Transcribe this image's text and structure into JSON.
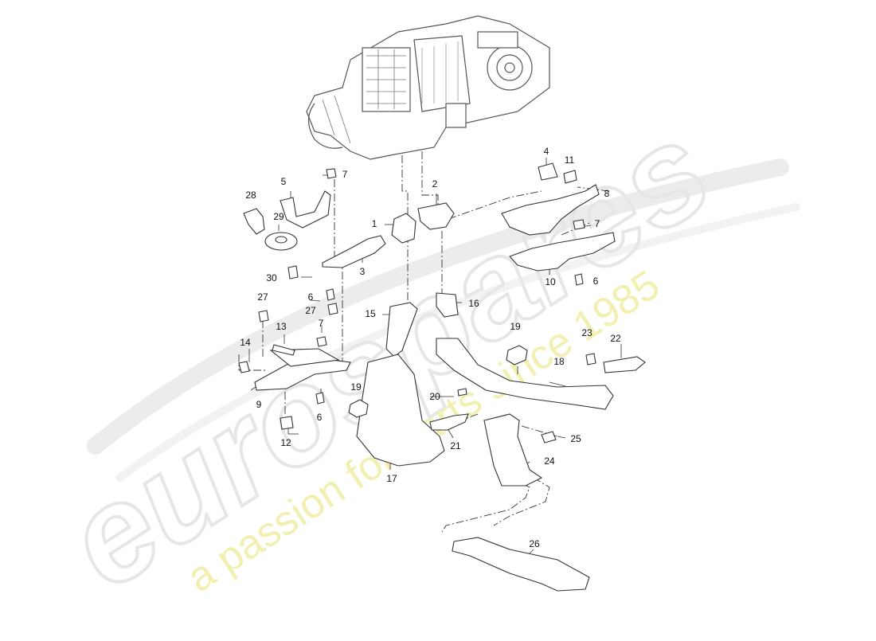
{
  "watermark": {
    "brand": "eurospares",
    "tagline": "a passion for parts since 1985",
    "brand_color": "#e6e6e6",
    "tagline_color": "#f2f0b0"
  },
  "callouts": {
    "p1": "1",
    "p2": "2",
    "p3": "3",
    "p4": "4",
    "p5": "5",
    "p6a": "6",
    "p6b": "6",
    "p6c": "6",
    "p7a": "7",
    "p7b": "7",
    "p7c": "7",
    "p8": "8",
    "p9": "9",
    "p10": "10",
    "p11": "11",
    "p12": "12",
    "p13": "13",
    "p14": "14",
    "p15": "15",
    "p16": "16",
    "p17": "17",
    "p18": "18",
    "p19a": "19",
    "p19b": "19",
    "p20": "20",
    "p21": "21",
    "p22": "22",
    "p23": "23",
    "p24": "24",
    "p25": "25",
    "p26": "26",
    "p27a": "27",
    "p27b": "27",
    "p28": "28",
    "p29": "29",
    "p30": "30"
  }
}
